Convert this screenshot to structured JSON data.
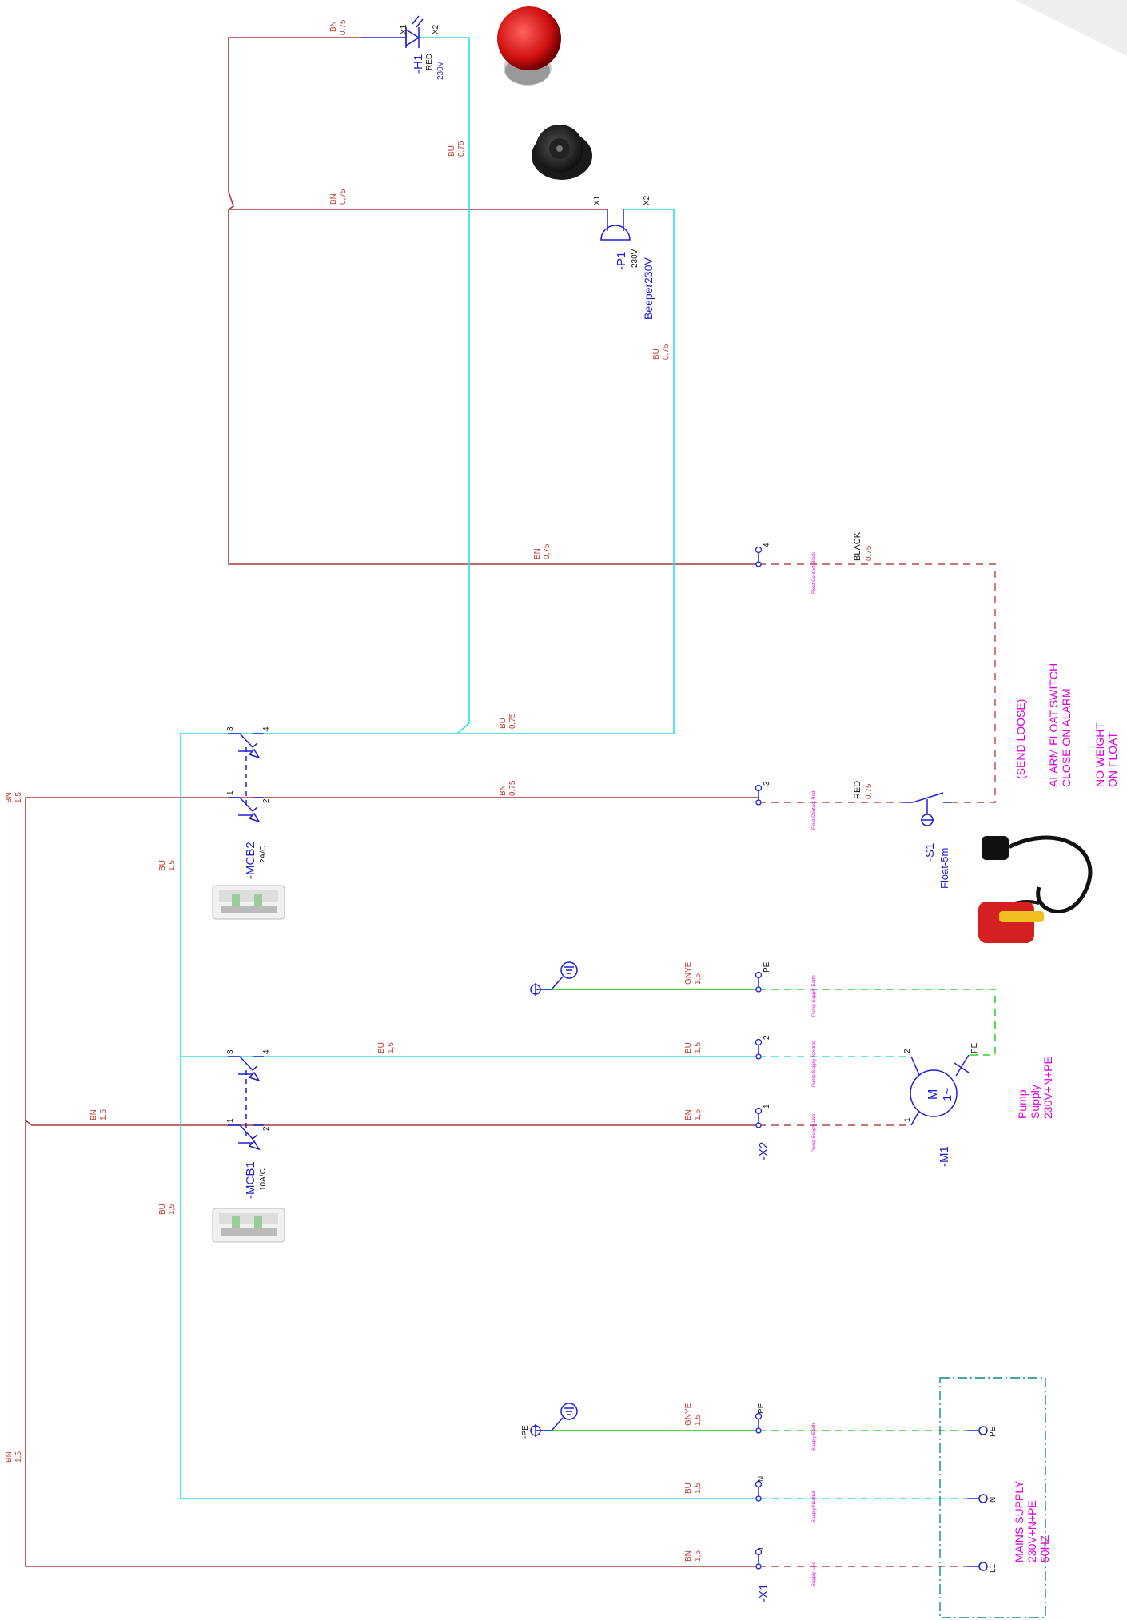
{
  "components": {
    "h1": {
      "tag": "-H1",
      "color": "RED",
      "voltage": "230V",
      "pin_a": "X1",
      "pin_b": "X2"
    },
    "p1": {
      "tag": "-P1",
      "voltage": "230V",
      "type": "Beeper230V",
      "pin_a": "X1",
      "pin_b": "X2"
    },
    "mcb2": {
      "tag": "-MCB2",
      "rating": "2A/C",
      "p1": "1",
      "p2": "2",
      "p3": "3",
      "p4": "4"
    },
    "mcb1": {
      "tag": "-MCB1",
      "rating": "10A/C",
      "p1": "1",
      "p2": "2",
      "p3": "3",
      "p4": "4"
    },
    "s1": {
      "tag": "-S1",
      "type": "Float-5m"
    },
    "m1": {
      "tag": "-M1",
      "symbol_top": "M",
      "symbol_bottom": "1~",
      "pin_1": "1",
      "pin_2": "2",
      "pin_pe": "PE"
    },
    "x2": {
      "tag": "-X2",
      "terminals": [
        "4",
        "3",
        "PE",
        "2",
        "1"
      ]
    },
    "x1": {
      "tag": "-X1",
      "terminals": [
        "PE",
        "N",
        "L"
      ]
    },
    "pe_ground": "-PE"
  },
  "wires": {
    "bn_075": {
      "color": "BN",
      "size": "0,75"
    },
    "bu_075": {
      "color": "BU",
      "size": "0,75"
    },
    "bn_15": {
      "color": "BN",
      "size": "1,5"
    },
    "bu_15": {
      "color": "BU",
      "size": "1,5"
    },
    "gnye_15": {
      "color": "GNYE",
      "size": "1,5"
    }
  },
  "cable_labels": {
    "float_black": "Float Contact Black",
    "float_red": "Float Contact Red",
    "pump_earth": "Pump Supply Earth",
    "pump_neutral": "Pump Supply Neutral",
    "pump_live": "Pump Supply Live",
    "supply_earth": "Supply Earth",
    "supply_neutral": "Supply Neutral",
    "supply_live": "Supply Live"
  },
  "float_cores": {
    "black": "BLACK",
    "red": "RED",
    "size": "0,75"
  },
  "notes": {
    "float_1": "(SEND LOOSE)",
    "float_2": "ALARM FLOAT SWITCH",
    "float_3": "CLOSE ON ALARM",
    "float_4": "NO WEIGHT",
    "float_5": "ON FLOAT",
    "pump_1": "Pump",
    "pump_2": "Supply",
    "pump_3": "230V+N+PE",
    "mains_1": "MAINS SUPPLY",
    "mains_2": "230V+N+PE",
    "mains_3": "50HZ",
    "mains_pe": "PE",
    "mains_n": "N",
    "mains_l1": "L1"
  },
  "colors": {
    "brown_wire": "#a83a3a",
    "blue_wire": "#28e0e8",
    "earth_wire": "#30d030",
    "symbol": "#1f1fd0",
    "wire_label": "#c0392b",
    "note": "#e000e0"
  }
}
